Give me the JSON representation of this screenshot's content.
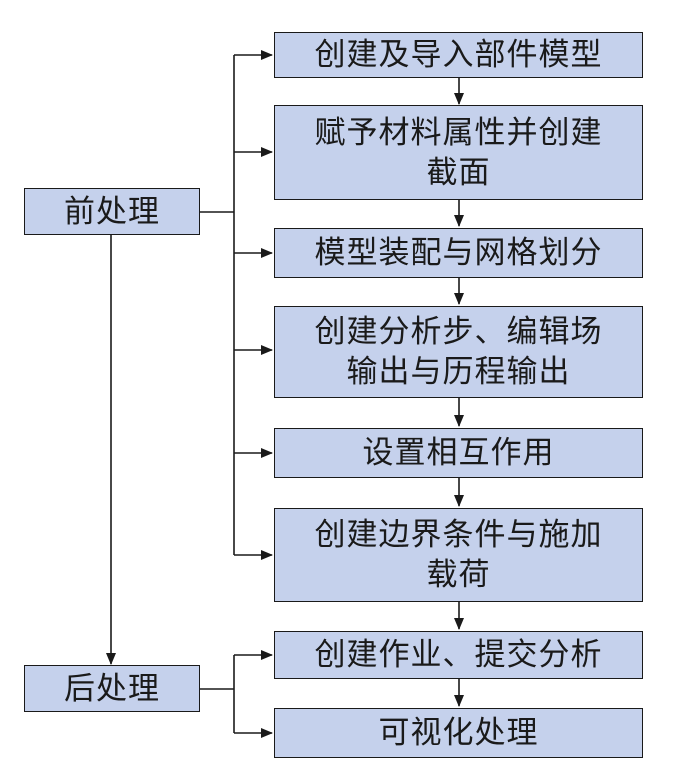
{
  "stages": {
    "pre": "前处理",
    "post": "后处理"
  },
  "steps": {
    "s1": "创建及导入部件模型",
    "s2": "赋予材料属性并创建截面",
    "s3": "模型装配与网格划分",
    "s4": "创建分析步、编辑场输出与历程输出",
    "s5": "设置相互作用",
    "s6": "创建边界条件与施加载荷",
    "s7": "创建作业、提交分析",
    "s8": "可视化处理"
  },
  "colors": {
    "box_fill": "#c5d1ec",
    "stroke": "#1a1a1a"
  }
}
